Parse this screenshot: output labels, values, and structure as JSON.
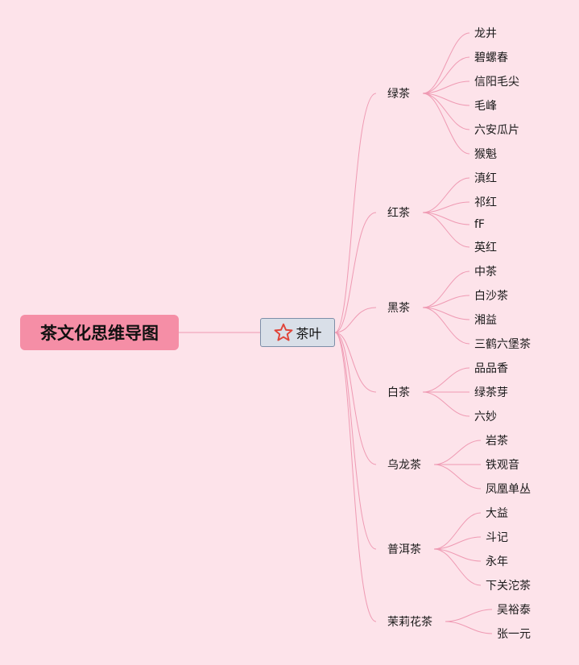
{
  "root": {
    "label": "茶文化思维导图"
  },
  "center": {
    "label": "茶叶",
    "icon": "star-icon"
  },
  "branches": [
    {
      "label": "绿茶",
      "items": [
        "龙井",
        "碧螺春",
        "信阳毛尖",
        "毛峰",
        "六安瓜片",
        "猴魁"
      ]
    },
    {
      "label": "红茶",
      "items": [
        "滇红",
        "祁红",
        "fF",
        "英红"
      ]
    },
    {
      "label": "黑茶",
      "items": [
        "中茶",
        "白沙茶",
        "湘益",
        "三鹤六堡茶"
      ]
    },
    {
      "label": "白茶",
      "items": [
        "品品香",
        "绿茶芽",
        "六妙"
      ]
    },
    {
      "label": "乌龙茶",
      "items": [
        "岩茶",
        "铁观音",
        "凤凰单丛"
      ]
    },
    {
      "label": "普洱茶",
      "items": [
        "大益",
        "斗记",
        "永年",
        "下关沱茶"
      ]
    },
    {
      "label": "茉莉花茶",
      "items": [
        "吴裕泰",
        "张一元"
      ]
    }
  ],
  "colors": {
    "background": "#fde3ea",
    "link": "#ef9ab3",
    "root_fill": "#f58ea6",
    "center_fill": "#d9dfe8",
    "center_border": "#7d8ea8",
    "star": "#e0453a"
  }
}
